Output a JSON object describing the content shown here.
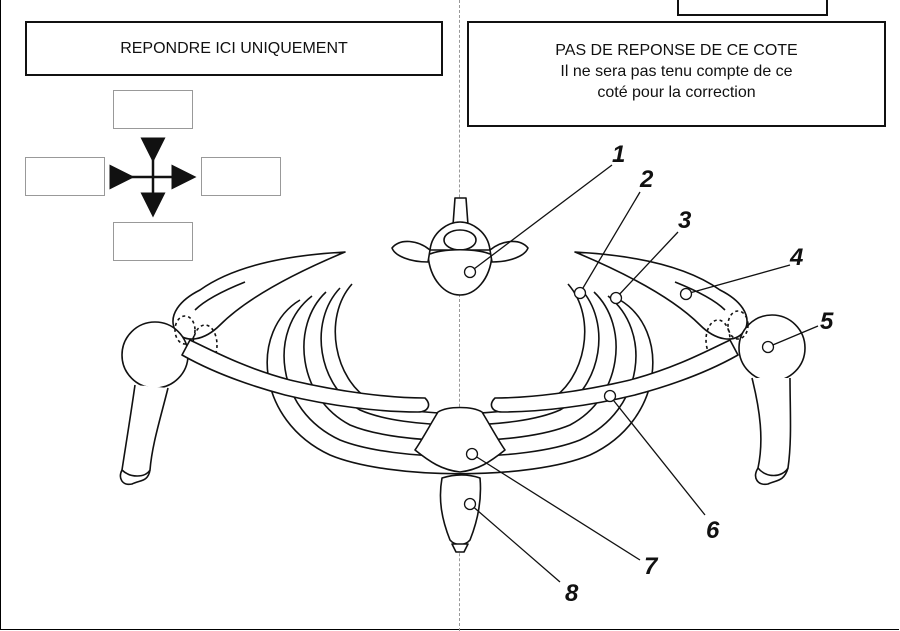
{
  "instructions": {
    "left": "REPONDRE ICI UNIQUEMENT",
    "right_line1": "PAS DE REPONSE DE CE COTE",
    "right_line2": "Il ne sera pas tenu compte de ce",
    "right_line3": "coté pour la correction"
  },
  "labels": [
    "1",
    "2",
    "3",
    "4",
    "5",
    "6",
    "7",
    "8"
  ],
  "colors": {
    "stroke": "#111111",
    "answer_box_border": "#999999",
    "divider": "#999999"
  },
  "icons": {
    "direction": "four-way-arrow-icon"
  }
}
